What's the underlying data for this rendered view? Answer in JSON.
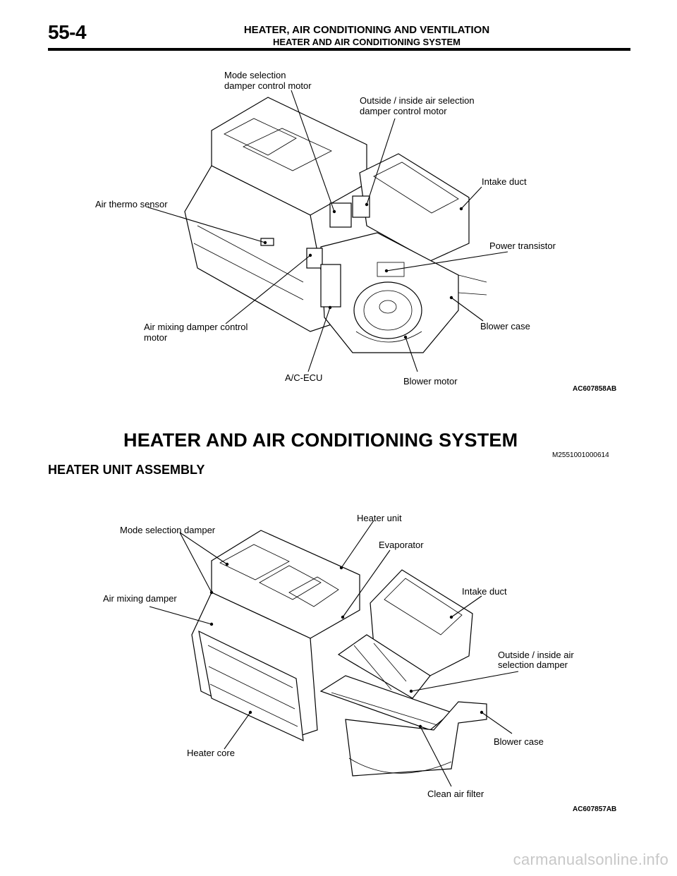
{
  "header": {
    "page_number": "55-4",
    "title": "HEATER, AIR CONDITIONING AND VENTILATION",
    "subtitle": "HEATER AND AIR CONDITIONING SYSTEM"
  },
  "figure1": {
    "id": "AC607858AB",
    "labels": {
      "mode_selection_motor_1": "Mode selection",
      "mode_selection_motor_2": "damper  control motor",
      "outside_inside_motor_1": "Outside / inside air selection",
      "outside_inside_motor_2": "damper control motor",
      "intake_duct": "Intake duct",
      "air_thermo_sensor": "Air thermo sensor",
      "power_transistor": "Power transistor",
      "air_mixing_motor_1": "Air mixing damper control",
      "air_mixing_motor_2": "motor",
      "blower_case": "Blower case",
      "ac_ecu": "A/C-ECU",
      "blower_motor": "Blower motor"
    }
  },
  "section": {
    "title": "HEATER AND AIR CONDITIONING SYSTEM",
    "code": "M2551001000614",
    "subtitle": "HEATER UNIT ASSEMBLY"
  },
  "figure2": {
    "id": "AC607857AB",
    "labels": {
      "heater_unit": "Heater unit",
      "mode_selection_damper": "Mode selection damper",
      "evaporator": "Evaporator",
      "intake_duct": "Intake duct",
      "air_mixing_damper": "Air mixing damper",
      "outside_inside_damper_1": "Outside / inside air",
      "outside_inside_damper_2": "selection damper",
      "blower_case": "Blower case",
      "heater_core": "Heater core",
      "clean_air_filter": "Clean air filter"
    }
  },
  "watermark": "carmanualsonline.info"
}
